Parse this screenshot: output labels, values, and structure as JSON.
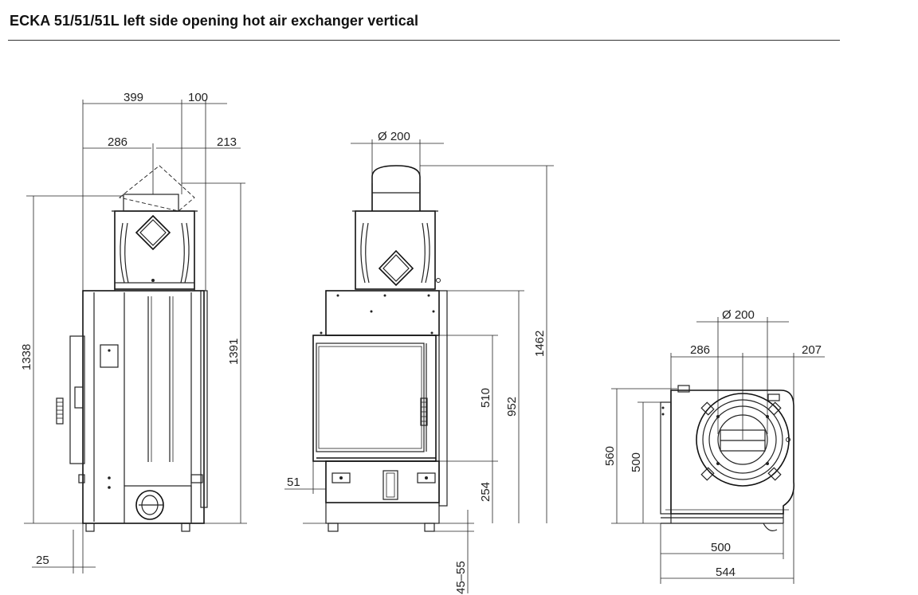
{
  "page": {
    "title": "ECKA 51/51/51L left side opening hot air exchanger vertical"
  },
  "side_view": {
    "dims": {
      "w399": "399",
      "w100": "100",
      "w286": "286",
      "w213": "213",
      "h1338": "1338",
      "h1391": "1391",
      "w25": "25"
    }
  },
  "front_view": {
    "dims": {
      "dia200": "Ø 200",
      "h1462": "1462",
      "h952": "952",
      "h510": "510",
      "h254": "254",
      "w51": "51",
      "legs": "45–55"
    }
  },
  "top_view": {
    "dims": {
      "dia200": "Ø 200",
      "w286": "286",
      "w207": "207",
      "h560": "560",
      "h500": "500",
      "w500": "500",
      "w544": "544"
    }
  }
}
